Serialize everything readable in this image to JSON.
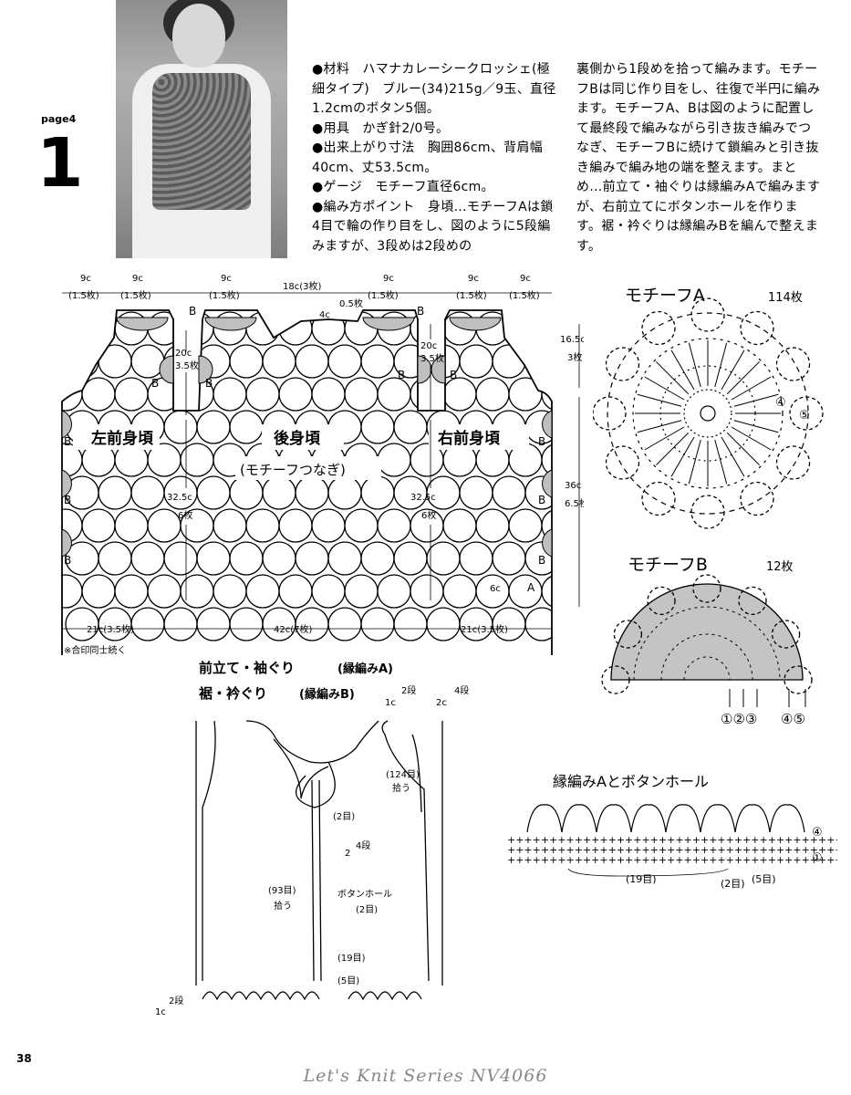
{
  "header": {
    "page_label": "page4",
    "pattern_number": "1"
  },
  "instructions": {
    "materials": "●材料　ハマナカレーシークロッシェ(極細タイプ)　ブルー(34)215g／9玉、直径1.2cmのボタン5個。",
    "tools": "●用具　かぎ針2/0号。",
    "size": "●出来上がり寸法　胸囲86cm、背肩幅40cm、丈53.5cm。",
    "gauge": "●ゲージ　モチーフ直径6cm。",
    "points": "●編み方ポイント　身頃…モチーフAは鎖4目で輪の作り目をし、図のように5段編みますが、3段めは2段めの",
    "continued": "裏側から1段めを拾って編みます。モチーフBは同じ作り目をし、往復で半円に編みます。モチーフA、Bは図のように配置して最終段で編みながら引き抜き編みでつなぎ、モチーフBに続けて鎖編みと引き抜き編みで編み地の端を整えます。まとめ…前立て・袖ぐりは縁編みAで編みますが、右前立てにボタンホールを作ります。裾・衿ぐりは縁編みBを編んで整えます。"
  },
  "body_diagram": {
    "label_left": "左前身頃",
    "label_back": "後身頃",
    "label_join": "(モチーフつなぎ)",
    "label_right": "右前身頃",
    "top_dims": [
      "9c",
      "9c",
      "9c",
      "18c(3枚)",
      "9c",
      "9c",
      "9c"
    ],
    "top_counts": [
      "(1.5枚)",
      "(1.5枚)",
      "(1.5枚)",
      "(1.5枚)",
      "(1.5枚)",
      "(1.5枚)"
    ],
    "mark_b": "B",
    "mark_a": "A",
    "neck_drop": "4c",
    "neck_count": "0.5枚",
    "armhole_height": "20c",
    "armhole_count": "3.5枚",
    "body_height": "32.5c",
    "body_count": "6枚",
    "motif_size": "6c",
    "right_upper": "16.5c",
    "right_upper_count": "3枚",
    "right_lower": "36c",
    "right_lower_count": "6.5枚",
    "bottom_dims": [
      "21c(3.5枚)",
      "42c(7枚)",
      "21c(3.5枚)"
    ],
    "note": "※合印同士続く"
  },
  "motif_a": {
    "title": "モチーフA",
    "count": "114枚",
    "rounds": [
      "④",
      "⑤"
    ]
  },
  "motif_b": {
    "title": "モチーフB",
    "count": "12枚",
    "rows": [
      "①②③",
      "④⑤"
    ]
  },
  "edging_diagram": {
    "title1": "前立て・袖ぐり",
    "title1_sub": "(縁編みA)",
    "title2": "裾・衿ぐり",
    "title2_sub": "(縁編みB)",
    "hem_1c": "1c",
    "hem_rows": "2段",
    "arm_2c": "2c",
    "arm_rows": "4段",
    "pickup_124": "(124目)",
    "pickup_124_note": "拾う",
    "pickup_93": "(93目)",
    "pickup_93_note": "拾う",
    "stitches_2": "(2目)",
    "front_2": "2",
    "front_rows": "4段",
    "buttonhole": "ボタンホール",
    "buttonhole_stitches": "(2目)",
    "stitches_19": "(19目)",
    "stitches_5": "(5目)",
    "bottom_1c": "1c",
    "bottom_rows": "2段"
  },
  "edging_a_chart": {
    "title": "縁編みAとボタンホール",
    "row_top": "④",
    "row_bottom": "①",
    "count_19": "(19目)",
    "count_2": "(2目)",
    "count_5": "(5目)"
  },
  "footer": {
    "page_number": "38",
    "series": "Let's Knit Series NV4066"
  }
}
